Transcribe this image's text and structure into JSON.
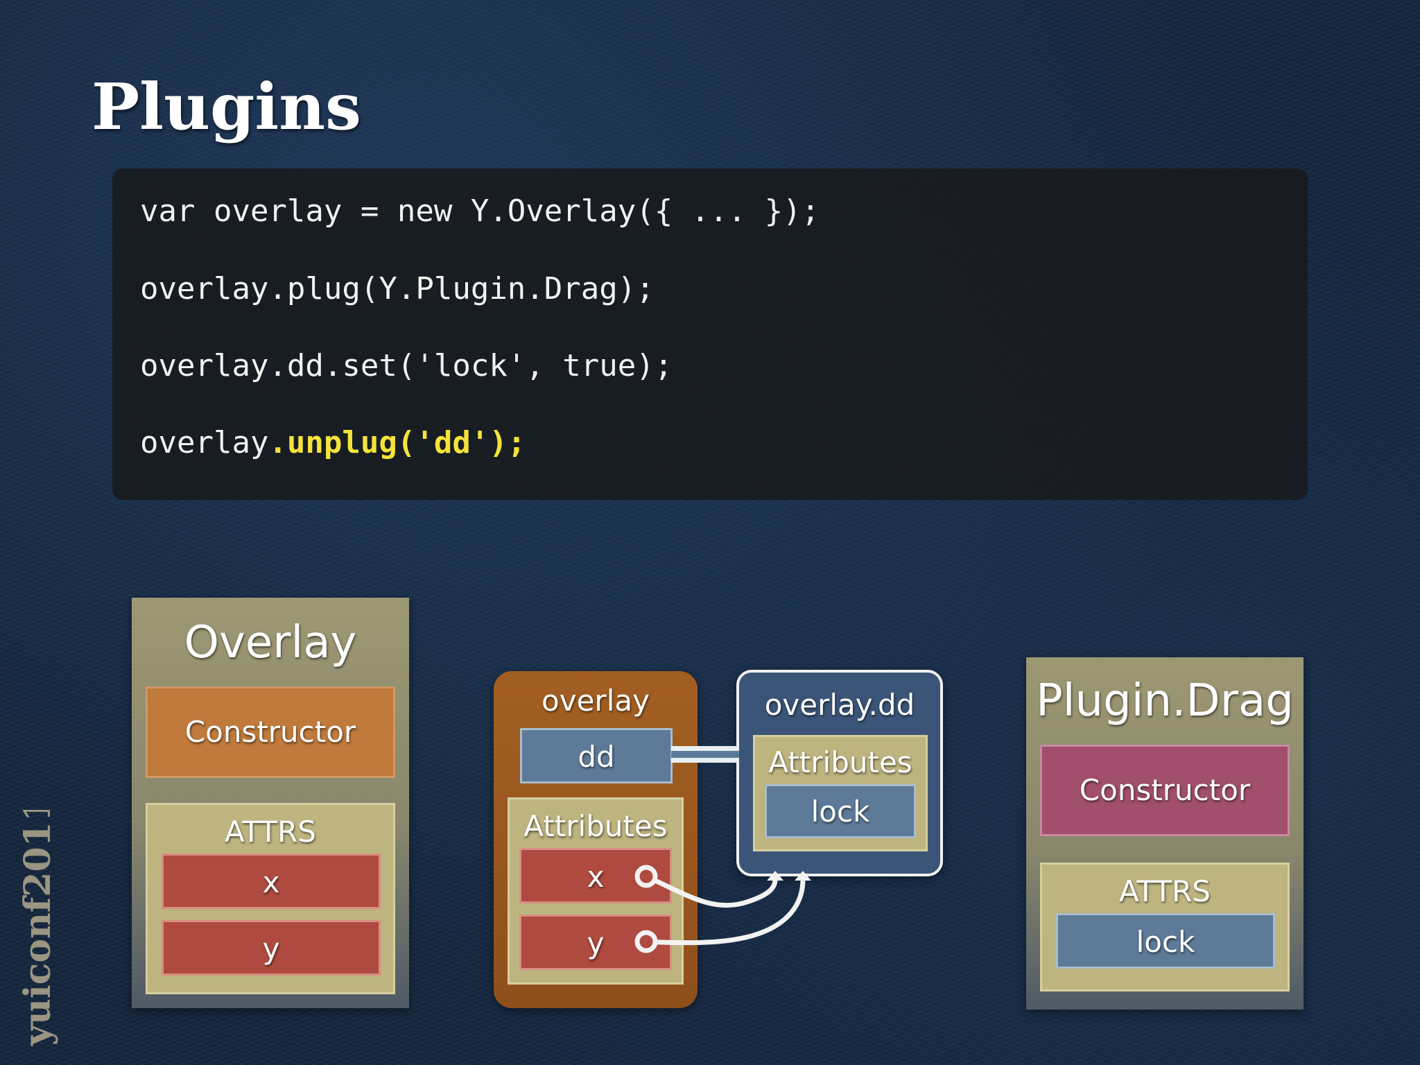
{
  "slide": {
    "title": "Plugins"
  },
  "code": {
    "line1": "var overlay = new Y.Overlay({ ... });",
    "line2": "overlay.plug(Y.Plugin.Drag);",
    "line3": "overlay.dd.set('lock', true);",
    "line4_plain": "overlay",
    "line4_highlight": ".unplug('dd');",
    "highlight_color": "#f4e33a"
  },
  "diagram": {
    "overlay_class": {
      "title": "Overlay",
      "constructor": "Constructor",
      "attrs_title": "ATTRS",
      "attrs": [
        "x",
        "y"
      ]
    },
    "overlay_instance": {
      "title": "overlay",
      "dd": "dd",
      "attributes_title": "Attributes",
      "attributes": [
        "x",
        "y"
      ]
    },
    "overlay_dd": {
      "title": "overlay.dd",
      "attributes_title": "Attributes",
      "attributes": [
        "lock"
      ]
    },
    "plugin_drag_class": {
      "title": "Plugin.Drag",
      "constructor": "Constructor",
      "attrs_title": "ATTRS",
      "attrs": [
        "lock"
      ]
    }
  },
  "logo": {
    "text": "yuiconf2011"
  }
}
